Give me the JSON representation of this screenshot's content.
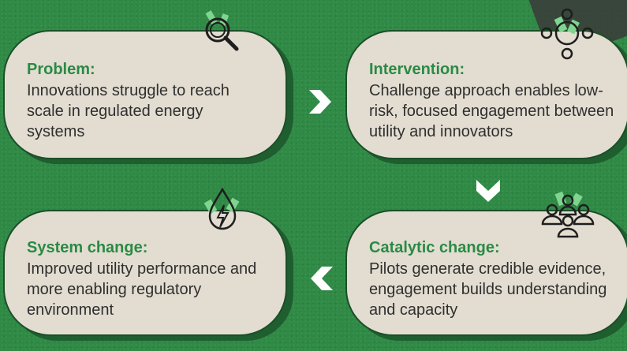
{
  "cards": {
    "problem": {
      "title": "Problem:",
      "body": "Innovations struggle to reach scale in regulated energy systems"
    },
    "intervention": {
      "title": "Intervention:",
      "body": "Challenge approach enables low-risk, focused engagement between utility and innovators"
    },
    "catalytic": {
      "title": "Catalytic change:",
      "body": "Pilots generate credible evidence, engagement builds understanding and capacity"
    },
    "system": {
      "title": "System change:",
      "body": "Improved utility performance and more enabling regulatory environment"
    }
  },
  "icons": {
    "problem": "magnifier-icon",
    "intervention": "meeting-table-icon",
    "catalytic": "people-group-icon",
    "system": "energy-drop-icon",
    "arrow_right": "chevron-right-icon",
    "arrow_down": "chevron-down-icon",
    "arrow_left": "chevron-left-icon"
  },
  "colors": {
    "background": "#2f8a45",
    "card": "#e3ddd1",
    "title": "#2a8a45",
    "body_text": "#2f2f2f",
    "accent": "#7fd48f"
  }
}
